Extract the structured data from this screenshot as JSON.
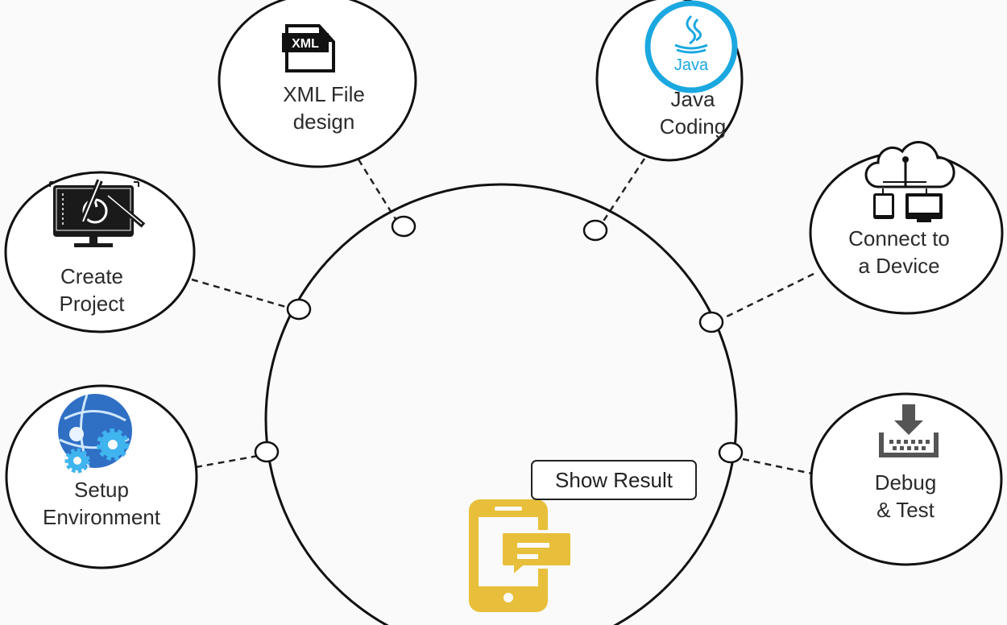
{
  "steps": [
    {
      "id": "setup",
      "line1": "Setup",
      "line2": "Environment",
      "icon": "globe-gears-icon"
    },
    {
      "id": "create",
      "line1": "Create",
      "line2": "Project",
      "icon": "monitor-design-tools-icon"
    },
    {
      "id": "xml",
      "line1": "XML File",
      "line2": "design",
      "icon": "xml-file-icon",
      "icon_text": "XML"
    },
    {
      "id": "java",
      "line1": "Java",
      "line2": "Coding",
      "icon": "java-logo-icon",
      "icon_text": "Java"
    },
    {
      "id": "device",
      "line1": "Connect to",
      "line2": "a Device",
      "icon": "cloud-devices-icon"
    },
    {
      "id": "debug",
      "line1": "Debug",
      "line2": "& Test",
      "icon": "keyboard-download-icon"
    }
  ],
  "result": {
    "label": "Show Result",
    "icon": "smartphone-message-icon"
  },
  "colors": {
    "java_blue": "#1ba8e0",
    "phone_yellow": "#e8bf3a",
    "globe_blue": "#2f6fc4",
    "gear_blue": "#3fb4ef",
    "icon_dark": "#1a1a1a",
    "debug_grey": "#555555"
  }
}
